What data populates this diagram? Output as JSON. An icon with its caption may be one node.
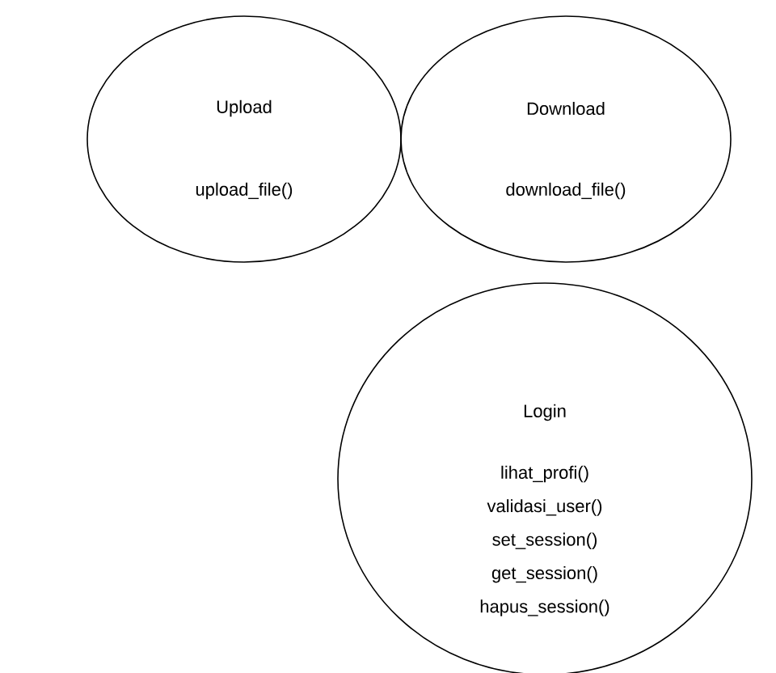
{
  "diagram": {
    "nodes": [
      {
        "text": [
          "Upload",
          "upload_file()"
        ]
      },
      {
        "text": [
          "Download",
          "download_file()"
        ]
      },
      {
        "text": [
          "Login",
          "lihat_profi()",
          "validasi_user()",
          "set_session()",
          "get_session()",
          "hapus_session()"
        ]
      }
    ]
  }
}
